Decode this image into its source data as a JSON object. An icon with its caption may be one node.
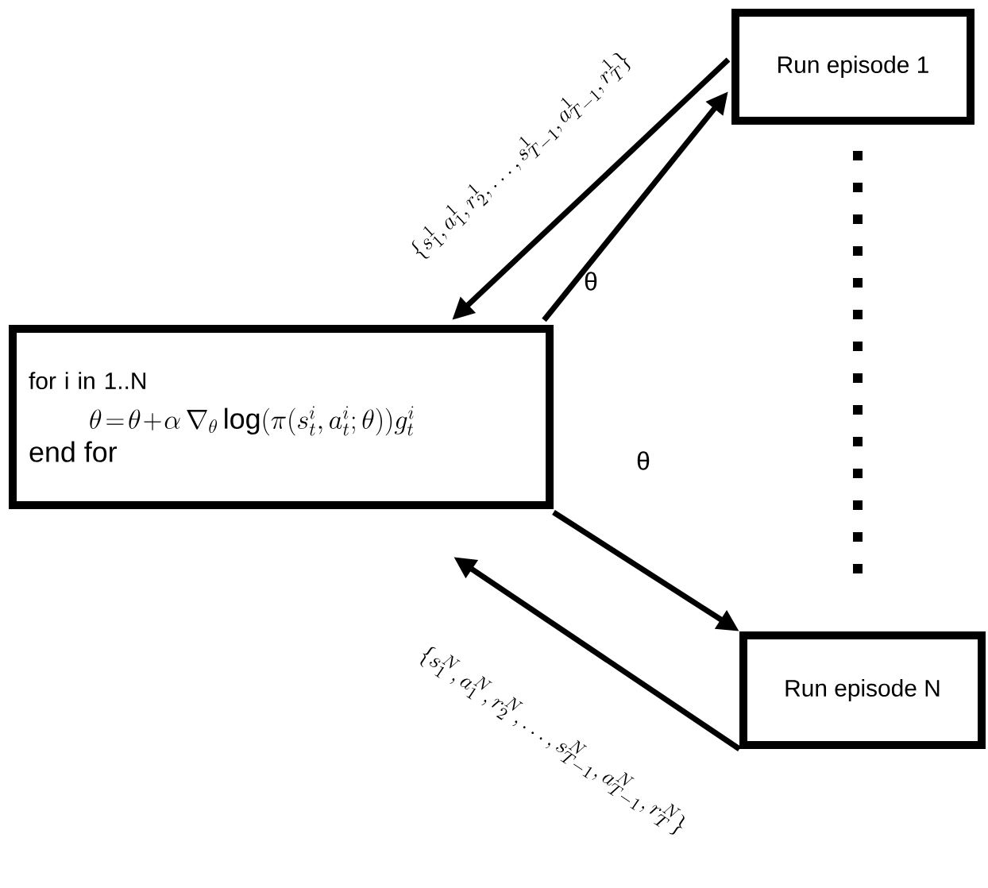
{
  "diagram": {
    "nodes": [
      {
        "text": [
          "for i in 1..N",
          "\\theta\\!=\\!\\theta\\!+\\!\\alpha\\,\\nabla_{\\theta}\\log(\\pi(s_t^i,a_t^i;\\theta))g_t^i",
          "end for"
        ]
      },
      {
        "text": [
          "Run episode 1"
        ]
      },
      {
        "text": [
          "Run episode N"
        ]
      }
    ],
    "edges": [
      {
        "from": 1,
        "to": 0,
        "arrow": "to",
        "label": "\\{s_1^1,a_1^1,r_2^1,\\ldots,s_{T-1}^1,a_{T-1}^1,r_T^1\\}"
      },
      {
        "from": 0,
        "to": 1,
        "arrow": "to",
        "label": "θ"
      },
      {
        "from": 0,
        "to": 2,
        "arrow": "to",
        "label": "θ"
      },
      {
        "from": 2,
        "to": 0,
        "arrow": "to",
        "label": "\\{s_1^N,a_1^N,r_2^N,\\ldots,s_{T-1}^N,a_{T-1}^N,r_T^N\\}"
      }
    ]
  }
}
